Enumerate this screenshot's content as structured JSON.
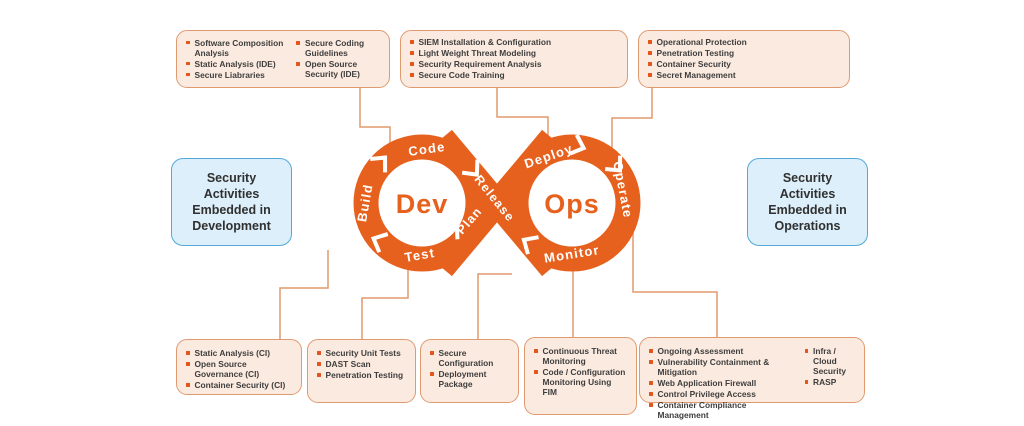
{
  "loop": {
    "dev": "Dev",
    "ops": "Ops",
    "build": "Build",
    "code": "Code",
    "test": "Test",
    "release": "Release",
    "plan": "Plan",
    "deploy": "Deploy",
    "operate": "Operate",
    "monitor": "Monitor"
  },
  "side_labels": {
    "left": "Security Activities Embedded in Development",
    "right": "Security Activities Embedded in Operations"
  },
  "top_boxes": [
    {
      "columns": [
        [
          "Software Composition Analysis",
          "Static Analysis (IDE)",
          "Secure Liabraries"
        ],
        [
          "Secure Coding Guidelines",
          "Open Source Security (IDE)"
        ]
      ]
    },
    {
      "columns": [
        [
          "SIEM Installation & Configuration",
          "Light Weight Threat Modeling",
          "Security Requirement Analysis",
          "Secure Code Training"
        ]
      ]
    },
    {
      "columns": [
        [
          "Operational Protection",
          "Penetration Testing",
          "Container Security",
          "Secret Management"
        ]
      ]
    }
  ],
  "bottom_boxes": [
    {
      "columns": [
        [
          "Static Analysis (CI)",
          "Open Source Governance (CI)",
          "Container Security (CI)"
        ]
      ]
    },
    {
      "columns": [
        [
          "Security Unit Tests",
          "DAST Scan",
          "Penetration Testing"
        ]
      ]
    },
    {
      "columns": [
        [
          "Secure Configuration",
          "Deployment Package"
        ]
      ]
    },
    {
      "columns": [
        [
          "Continuous Threat Monitoring",
          "Code / Configuration Monitoring Using FIM"
        ]
      ]
    },
    {
      "columns": [
        [
          "Ongoing Assessment",
          "Vulnerability Containment & Mitigation",
          "Web Application Firewall",
          "Control Privilege Access",
          "Container Compliance Management"
        ],
        [
          "Infra / Cloud Security",
          "RASP"
        ]
      ]
    }
  ],
  "colors": {
    "loop_orange": "#E7611E",
    "box_fill": "#FBEADF",
    "box_border": "#E09A70",
    "blue_fill": "#DCEFFA",
    "blue_border": "#55A9D8",
    "connector": "#E29A6F",
    "bullet": "#E2561B",
    "text": "#3E3E3E"
  }
}
